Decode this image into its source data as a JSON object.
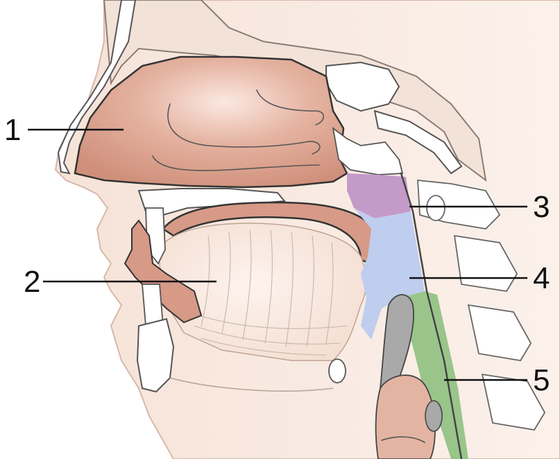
{
  "labels": [
    {
      "id": "nasal-cavity",
      "text": "1"
    },
    {
      "id": "oral-cavity",
      "text": "2"
    },
    {
      "id": "nasopharynx",
      "text": "3"
    },
    {
      "id": "oropharynx",
      "text": "4"
    },
    {
      "id": "laryngopharynx",
      "text": "5"
    }
  ],
  "colors": {
    "skin": "#f6e3d8",
    "nasal": "#dca08b",
    "tongue": "#f7e6dc",
    "nasopharynx": "#c49ac9",
    "oropharynx": "#bfcdee",
    "laryngopharynx": "#99c58a",
    "bone": "#ffffff",
    "outline": "#444444"
  }
}
